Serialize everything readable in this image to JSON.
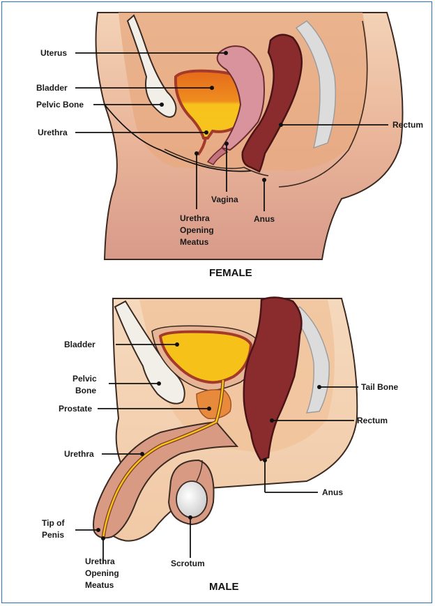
{
  "female": {
    "title": "FEMALE",
    "labels": {
      "uterus": "Uterus",
      "bladder": "Bladder",
      "pelvic_bone": "Pelvic Bone",
      "urethra": "Urethra",
      "rectum": "Rectum",
      "urethra_opening_1": "Urethra",
      "urethra_opening_2": "Opening",
      "urethra_opening_3": "Meatus",
      "vagina": "Vagina",
      "anus": "Anus"
    }
  },
  "male": {
    "title": "MALE",
    "labels": {
      "bladder": "Bladder",
      "pelvic_bone_1": "Pelvic",
      "pelvic_bone_2": "Bone",
      "prostate": "Prostate",
      "urethra": "Urethra",
      "tip_of_penis_1": "Tip of",
      "tip_of_penis_2": "Penis",
      "urethra_opening_1": "Urethra",
      "urethra_opening_2": "Opening",
      "urethra_opening_3": "Meatus",
      "scrotum": "Scrotum",
      "anus": "Anus",
      "rectum": "Rectum",
      "tail_bone": "Tail Bone"
    }
  },
  "colors": {
    "skin": "#f2c7a0",
    "skin_dark": "#e3a88a",
    "pelvic_cavity": "#e9a97e",
    "bladder_wall": "#b2402f",
    "urine": "#f6c21a",
    "urine_orange": "#e9821c",
    "rectum": "#8a2c2e",
    "uterus": "#d9939c",
    "bone": "#eeeeee",
    "prostate": "#e88a3c",
    "frame": "#2a6fb3"
  }
}
